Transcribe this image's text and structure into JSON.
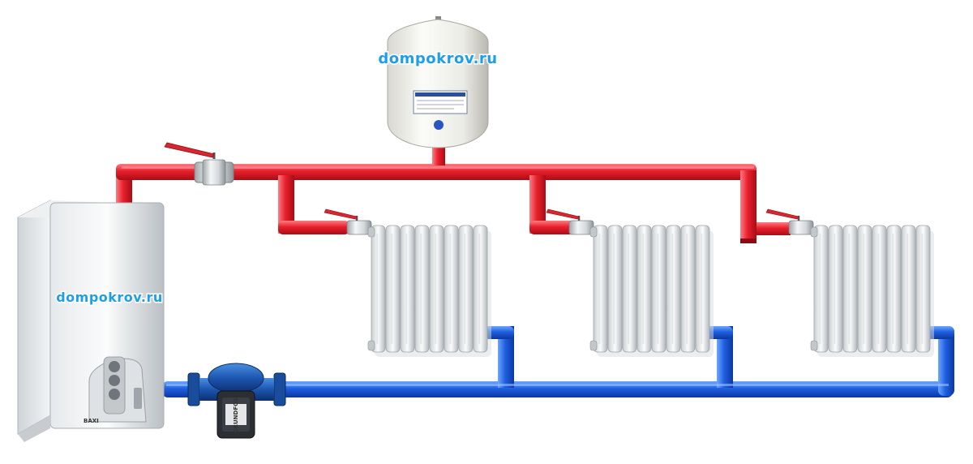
{
  "watermarks": {
    "tank": "dompokrov.ru",
    "boiler": "dompokrov.ru"
  },
  "boiler": {
    "brand": "BAXI"
  },
  "pump": {
    "brand": "GRUNDFOS"
  },
  "colors": {
    "supply_pipe": "#ea2330",
    "return_pipe": "#1f5fe0",
    "valve_handle": "#d8262e",
    "watermark": "#1f9ee8"
  }
}
